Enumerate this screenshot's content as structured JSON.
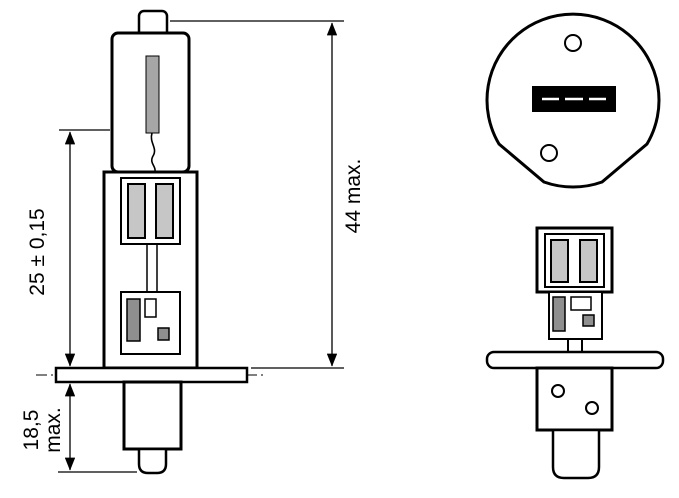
{
  "diagram": {
    "dimensions": {
      "glass_to_flange": "25 ± 0,15",
      "overall_length": "44 max.",
      "base_length_value": "18,5",
      "base_length_unit": "max."
    },
    "colors": {
      "line": "#000000",
      "background": "#ffffff",
      "filament": "#a6a6a6",
      "slot_fill": "#000000"
    }
  }
}
